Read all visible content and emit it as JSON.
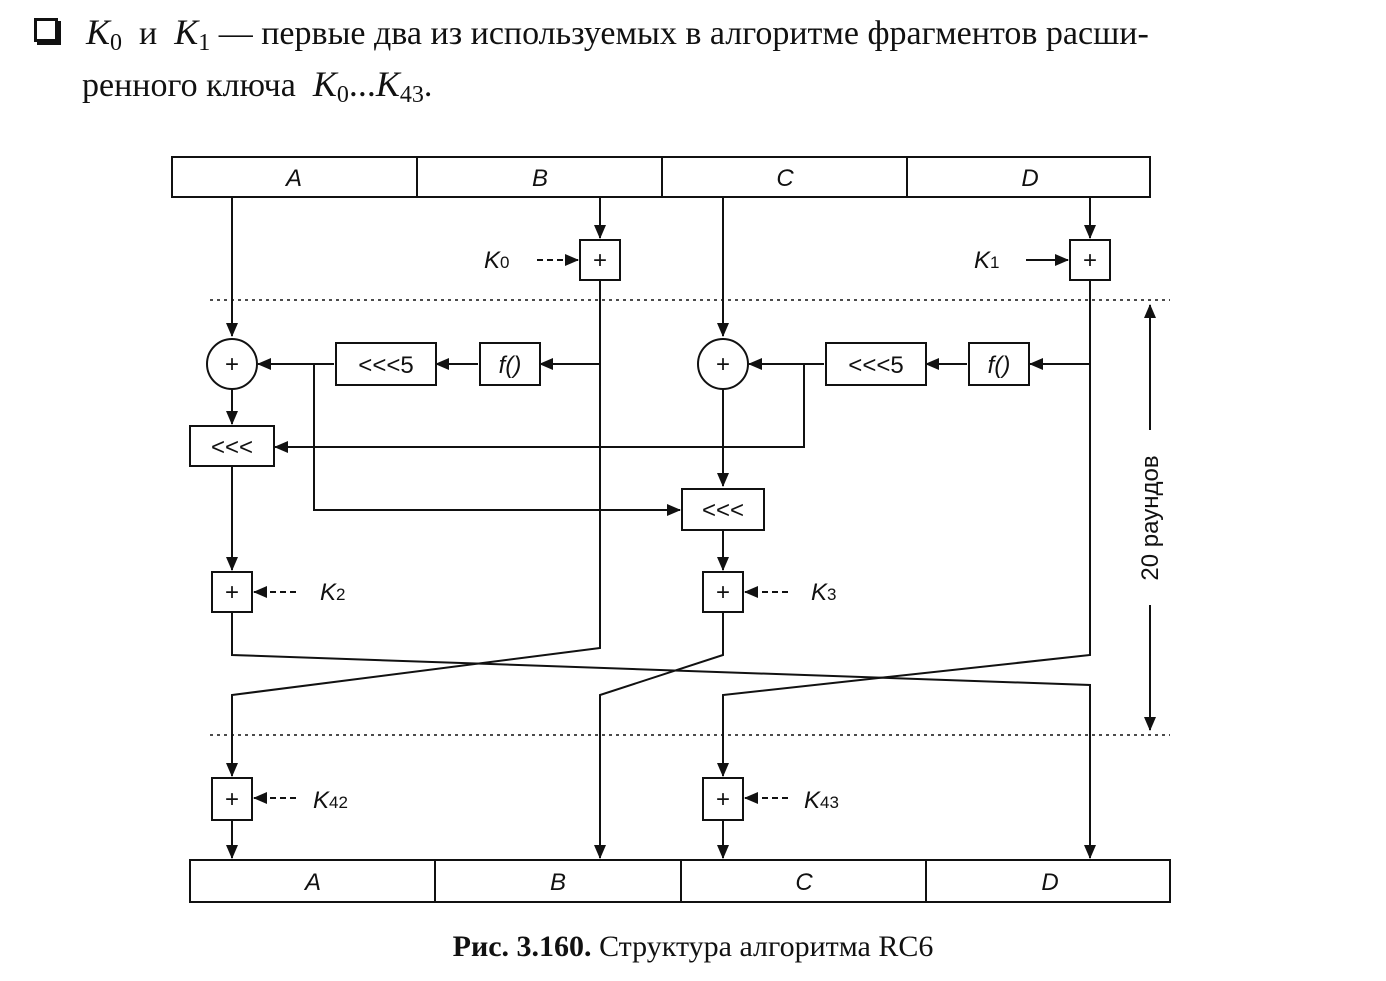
{
  "paragraph": {
    "k0_main": "K",
    "k0_sub": "0",
    "and_word": "и",
    "k1_main": "K",
    "k1_sub": "1",
    "text_line1": "— первые два из используемых в алгоритме фрагментов расши-",
    "text_line2": "ренного ключа",
    "range_start_main": "K",
    "range_start_sub": "0",
    "range_dots": "...",
    "range_end_main": "K",
    "range_end_sub": "43",
    "period": "."
  },
  "diagram": {
    "top_cells": [
      "A",
      "B",
      "C",
      "D"
    ],
    "bottom_cells": [
      "A",
      "B",
      "C",
      "D"
    ],
    "key_k0": "K",
    "key_k0_sub": "0",
    "key_k1": "K",
    "key_k1_sub": "1",
    "key_k2": "K",
    "key_k2_sub": "2",
    "key_k3": "K",
    "key_k3_sub": "3",
    "key_k42": "K",
    "key_k42_sub": "42",
    "key_k43": "K",
    "key_k43_sub": "43",
    "plus": "+",
    "shift5": "<<<5",
    "func": "f()",
    "rotate": "<<<",
    "rounds": "20 раундов"
  },
  "caption": {
    "label": "Рис. 3.160.",
    "text": "Структура алгоритма RC6"
  }
}
